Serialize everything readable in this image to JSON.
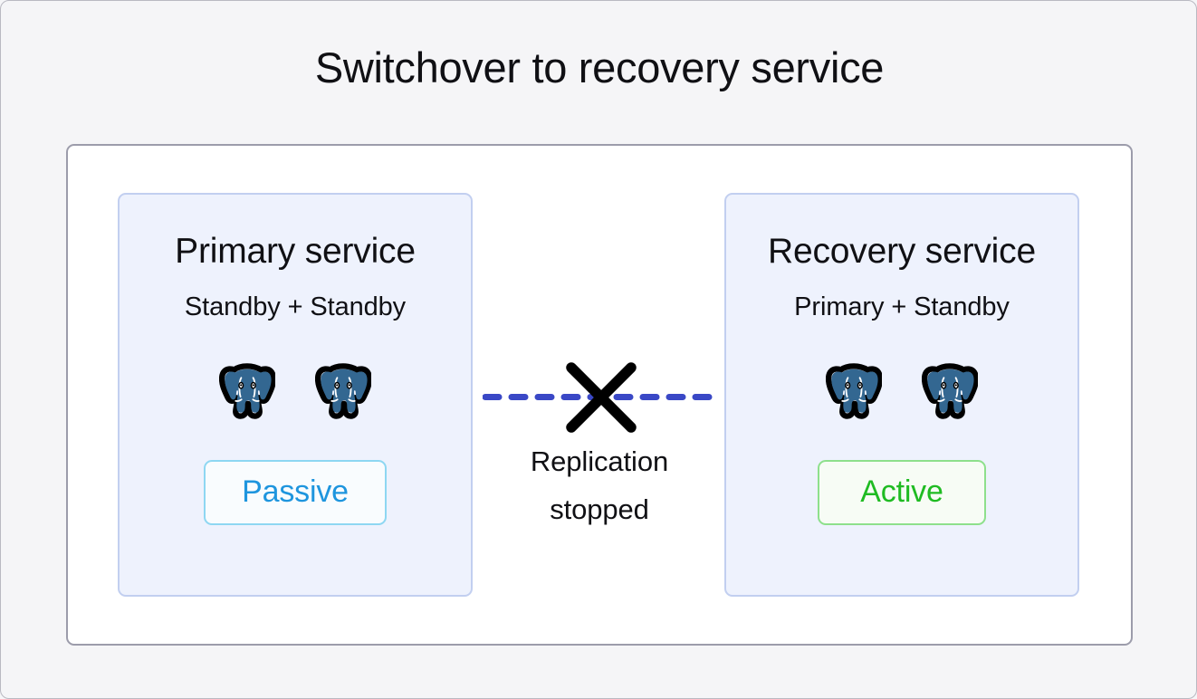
{
  "diagram": {
    "title": "Switchover to recovery service",
    "type": "architecture-diagram",
    "colors": {
      "page_background": "#f5f5f7",
      "frame_background": "#ffffff",
      "frame_border": "#9c9cab",
      "panel_background": "#eef2fd",
      "panel_border": "#c2cff0",
      "replication_line": "#3a48c6",
      "cross_mark": "#000000",
      "passive_text": "#1e95de",
      "passive_border": "#8ed7f2",
      "active_text": "#1fbb22",
      "active_border": "#8ee08c",
      "postgres_body": "#336791",
      "postgres_outline": "#000000"
    }
  },
  "panels": [
    {
      "id": "primary-service",
      "title": "Primary service",
      "subtitle": "Standby + Standby",
      "nodes": [
        {
          "icon": "postgres-elephant-icon",
          "role": "Standby"
        },
        {
          "icon": "postgres-elephant-icon",
          "role": "Standby"
        }
      ],
      "status": {
        "label": "Passive",
        "state": "passive"
      }
    },
    {
      "id": "recovery-service",
      "title": "Recovery service",
      "subtitle": "Primary + Standby",
      "nodes": [
        {
          "icon": "postgres-elephant-icon",
          "role": "Primary"
        },
        {
          "icon": "postgres-elephant-icon",
          "role": "Standby"
        }
      ],
      "status": {
        "label": "Active",
        "state": "active"
      }
    }
  ],
  "connection": {
    "style": "dashed",
    "broken": true,
    "marker": "cross-mark-icon",
    "label_line1": "Replication",
    "label_line2": "stopped"
  }
}
